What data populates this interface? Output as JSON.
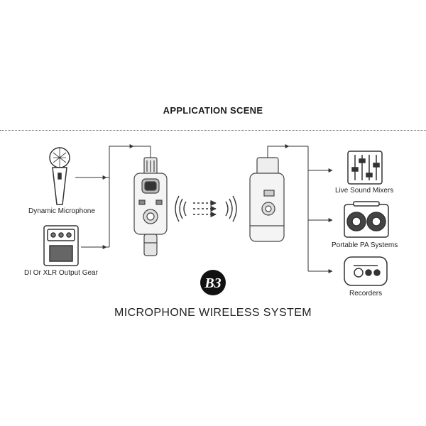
{
  "header": {
    "title": "APPLICATION SCENE"
  },
  "sources": [
    {
      "label": "Dynamic Microphone",
      "icon": "microphone-icon"
    },
    {
      "label": "DI Or XLR Output Gear",
      "icon": "pedal-icon"
    }
  ],
  "destinations": [
    {
      "label": "Live Sound Mixers",
      "icon": "mixer-icon"
    },
    {
      "label": "Portable PA Systems",
      "icon": "speaker-icon"
    },
    {
      "label": "Recorders",
      "icon": "recorder-icon"
    }
  ],
  "devices": {
    "transmitter": {
      "icon": "transmitter-icon"
    },
    "receiver": {
      "icon": "receiver-icon"
    },
    "signal": {
      "icon": "wireless-signal-icon"
    }
  },
  "brand": {
    "logo_text": "B3",
    "icon": "brand-logo-icon"
  },
  "footer": {
    "title": "MICROPHONE WIRELESS SYSTEM"
  },
  "colors": {
    "line": "#333333",
    "device": "#f4f4f4",
    "outline": "#444444"
  }
}
